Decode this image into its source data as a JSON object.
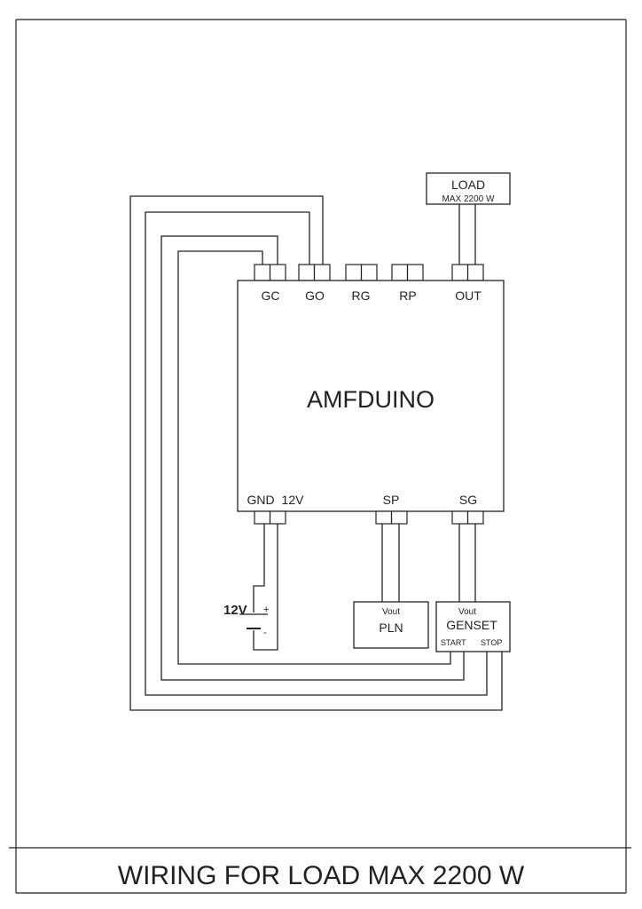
{
  "title": "WIRING FOR LOAD MAX 2200 W",
  "controller": {
    "name": "AMFDUINO",
    "top_terminals": [
      "GC",
      "GO",
      "RG",
      "RP",
      "OUT"
    ],
    "bottom_terminals": [
      "GND",
      "12V",
      "SP",
      "SG"
    ]
  },
  "load": {
    "label": "LOAD",
    "rating": "MAX 2200 W"
  },
  "battery": {
    "label": "12V",
    "plus": "+",
    "minus": "-"
  },
  "pln": {
    "vout": "Vout",
    "label": "PLN"
  },
  "genset": {
    "vout": "Vout",
    "label": "GENSET",
    "start": "START",
    "stop": "STOP"
  }
}
